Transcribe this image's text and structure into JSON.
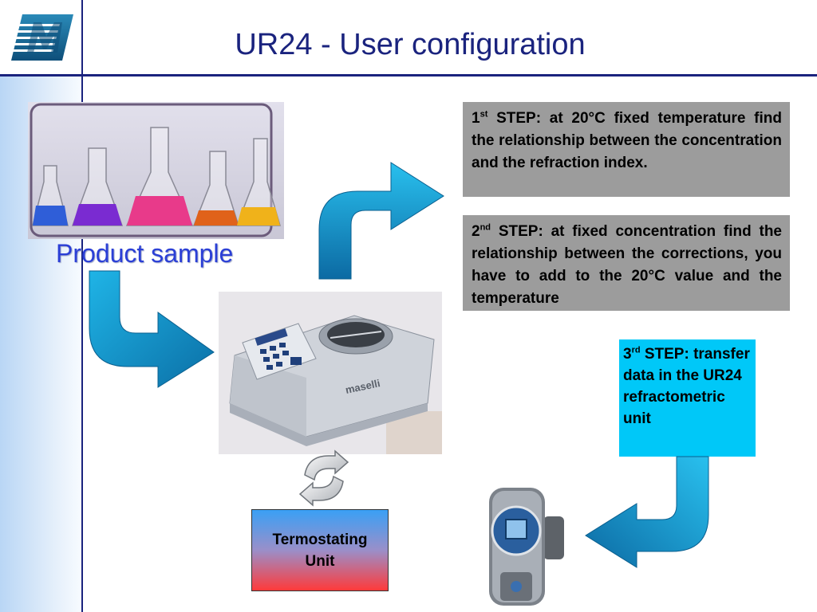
{
  "slide": {
    "title": "UR24 - User configuration"
  },
  "sample": {
    "label": "Product sample"
  },
  "steps": [
    {
      "num": "1",
      "suffix": "st",
      "text": " STEP: at 20°C fixed temperature find the  relationship between the concentration and the refraction index."
    },
    {
      "num": "2",
      "suffix": "nd",
      "text": " STEP: at fixed concentration find the  relationship between the corrections, you have to add to the 20°C value and the temperature"
    },
    {
      "num": "3",
      "suffix": "rd",
      "text": " STEP: transfer data in the UR24 refractometric unit"
    }
  ],
  "thermostat": {
    "line1": "Termostating",
    "line2": "Unit"
  },
  "device": {
    "brand": "maselli"
  },
  "colors": {
    "title": "#1a237e",
    "sample_label": "#2b3fd6",
    "step_box": "#9c9c9c",
    "step3_box": "#00c8f8",
    "arrow": "#1aa6d8"
  }
}
